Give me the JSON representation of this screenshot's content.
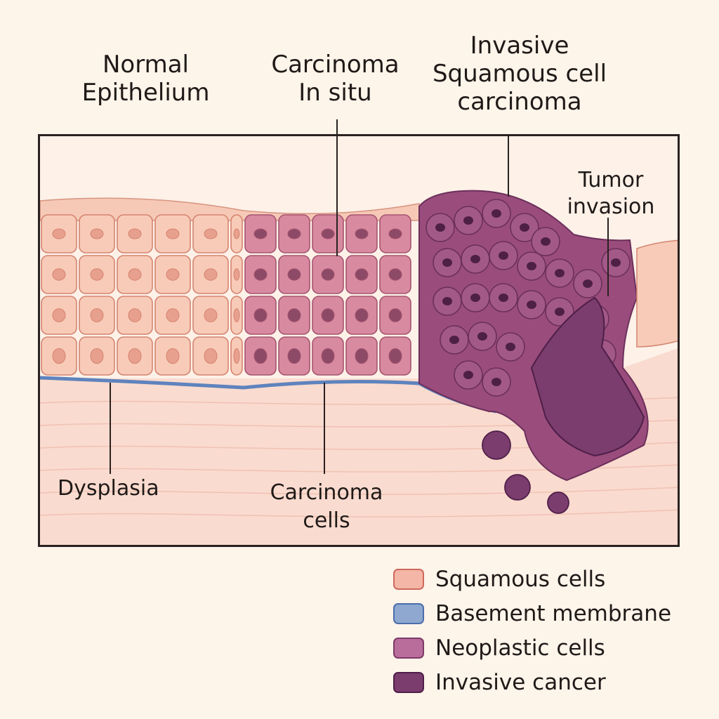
{
  "labels": {
    "normal": "Normal\nEpithelium",
    "cis": "Carcinoma\nIn situ",
    "invasive": "Invasive\nSquamous cell\ncarcinoma",
    "tumor": "Tumor\ninvasion",
    "dysplasia": "Dysplasia",
    "carcinoma_cells": "Carcinoma\ncells"
  },
  "legend": [
    {
      "label": "Squamous cells",
      "fill": "#f4b6a6",
      "stroke": "#d0685c"
    },
    {
      "label": "Basement membrane",
      "fill": "#8ea8d0",
      "stroke": "#4c6ea8"
    },
    {
      "label": "Neoplastic cells",
      "fill": "#b86d9a",
      "stroke": "#7e3a68"
    },
    {
      "label": "Invasive cancer",
      "fill": "#7b3c6e",
      "stroke": "#4e1f48"
    }
  ],
  "colors": {
    "background": "#fdf4ea",
    "stroma": "#fbe2d6",
    "normal_cell": "#f8cbb8",
    "cis_cell": "#d88aa0",
    "invasive_cell": "#a0527e",
    "membrane": "#5f83bd"
  }
}
